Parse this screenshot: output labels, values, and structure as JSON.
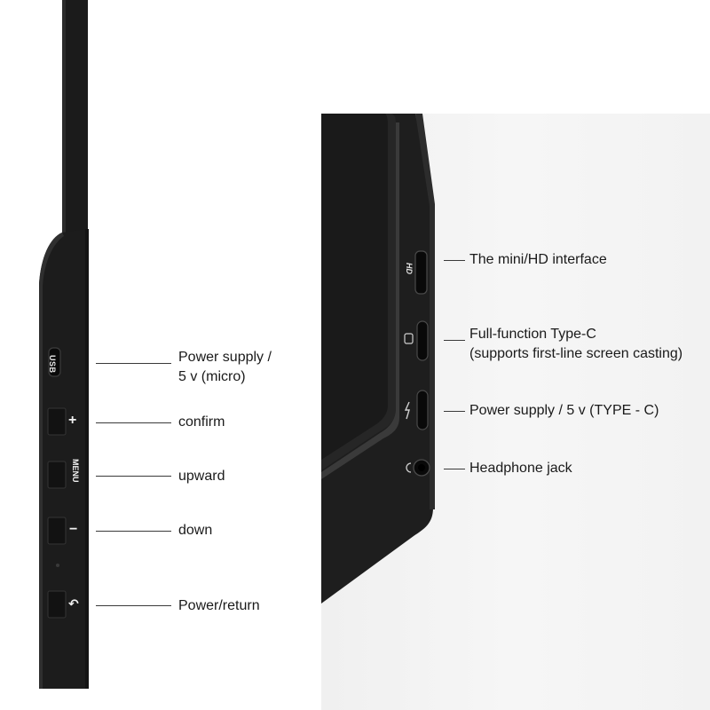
{
  "left_labels": [
    {
      "line1": "Power supply /",
      "line2": "5 v (micro)"
    },
    {
      "line1": "confirm"
    },
    {
      "line1": "upward"
    },
    {
      "line1": "down"
    },
    {
      "line1": "Power/return"
    }
  ],
  "right_labels": [
    {
      "line1": "The mini/HD interface"
    },
    {
      "line1": "Full-function Type-C",
      "line2": "(supports first-line screen casting)"
    },
    {
      "line1": "Power supply / 5 v (TYPE - C)"
    },
    {
      "line1": "Headphone jack"
    }
  ],
  "port_marks": {
    "usb": "USB",
    "plus": "+",
    "menu": "MENU",
    "minus": "−",
    "power": "↶",
    "hd": "HD"
  },
  "colors": {
    "device_body": "#1c1c1c",
    "device_edge": "#2e2e2e",
    "port": "#0d0d0d",
    "leader_line": "#3a3a3a"
  }
}
